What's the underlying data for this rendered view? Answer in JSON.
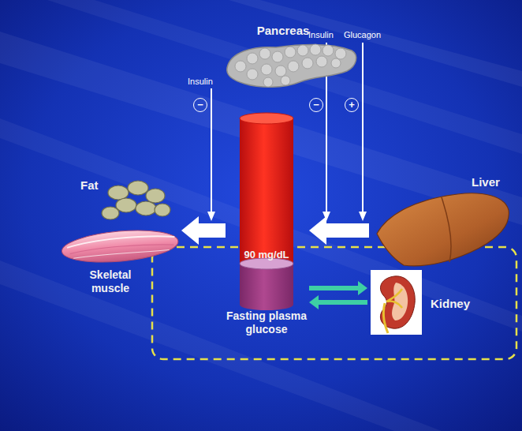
{
  "diagram": {
    "nodes": [
      {
        "text": [
          "Pancreas"
        ]
      },
      {
        "text": [
          "Fat"
        ]
      },
      {
        "text": [
          "Liver"
        ]
      },
      {
        "text": [
          "Skeletal muscle"
        ]
      },
      {
        "text": [
          "90 mg/dL",
          "Fasting plasma glucose"
        ]
      },
      {
        "text": [
          "Kidney"
        ]
      }
    ],
    "edges": [
      {
        "from": 2,
        "to": 4,
        "arrow": "to"
      },
      {
        "from": 4,
        "to": 3,
        "arrow": "to"
      },
      {
        "from": 4,
        "to": 5,
        "arrow": "to"
      },
      {
        "from": 5,
        "to": 4,
        "arrow": "to"
      }
    ],
    "labels": [
      "Insulin",
      "Insulin",
      "Glucagon",
      "−",
      "−",
      "+"
    ]
  }
}
